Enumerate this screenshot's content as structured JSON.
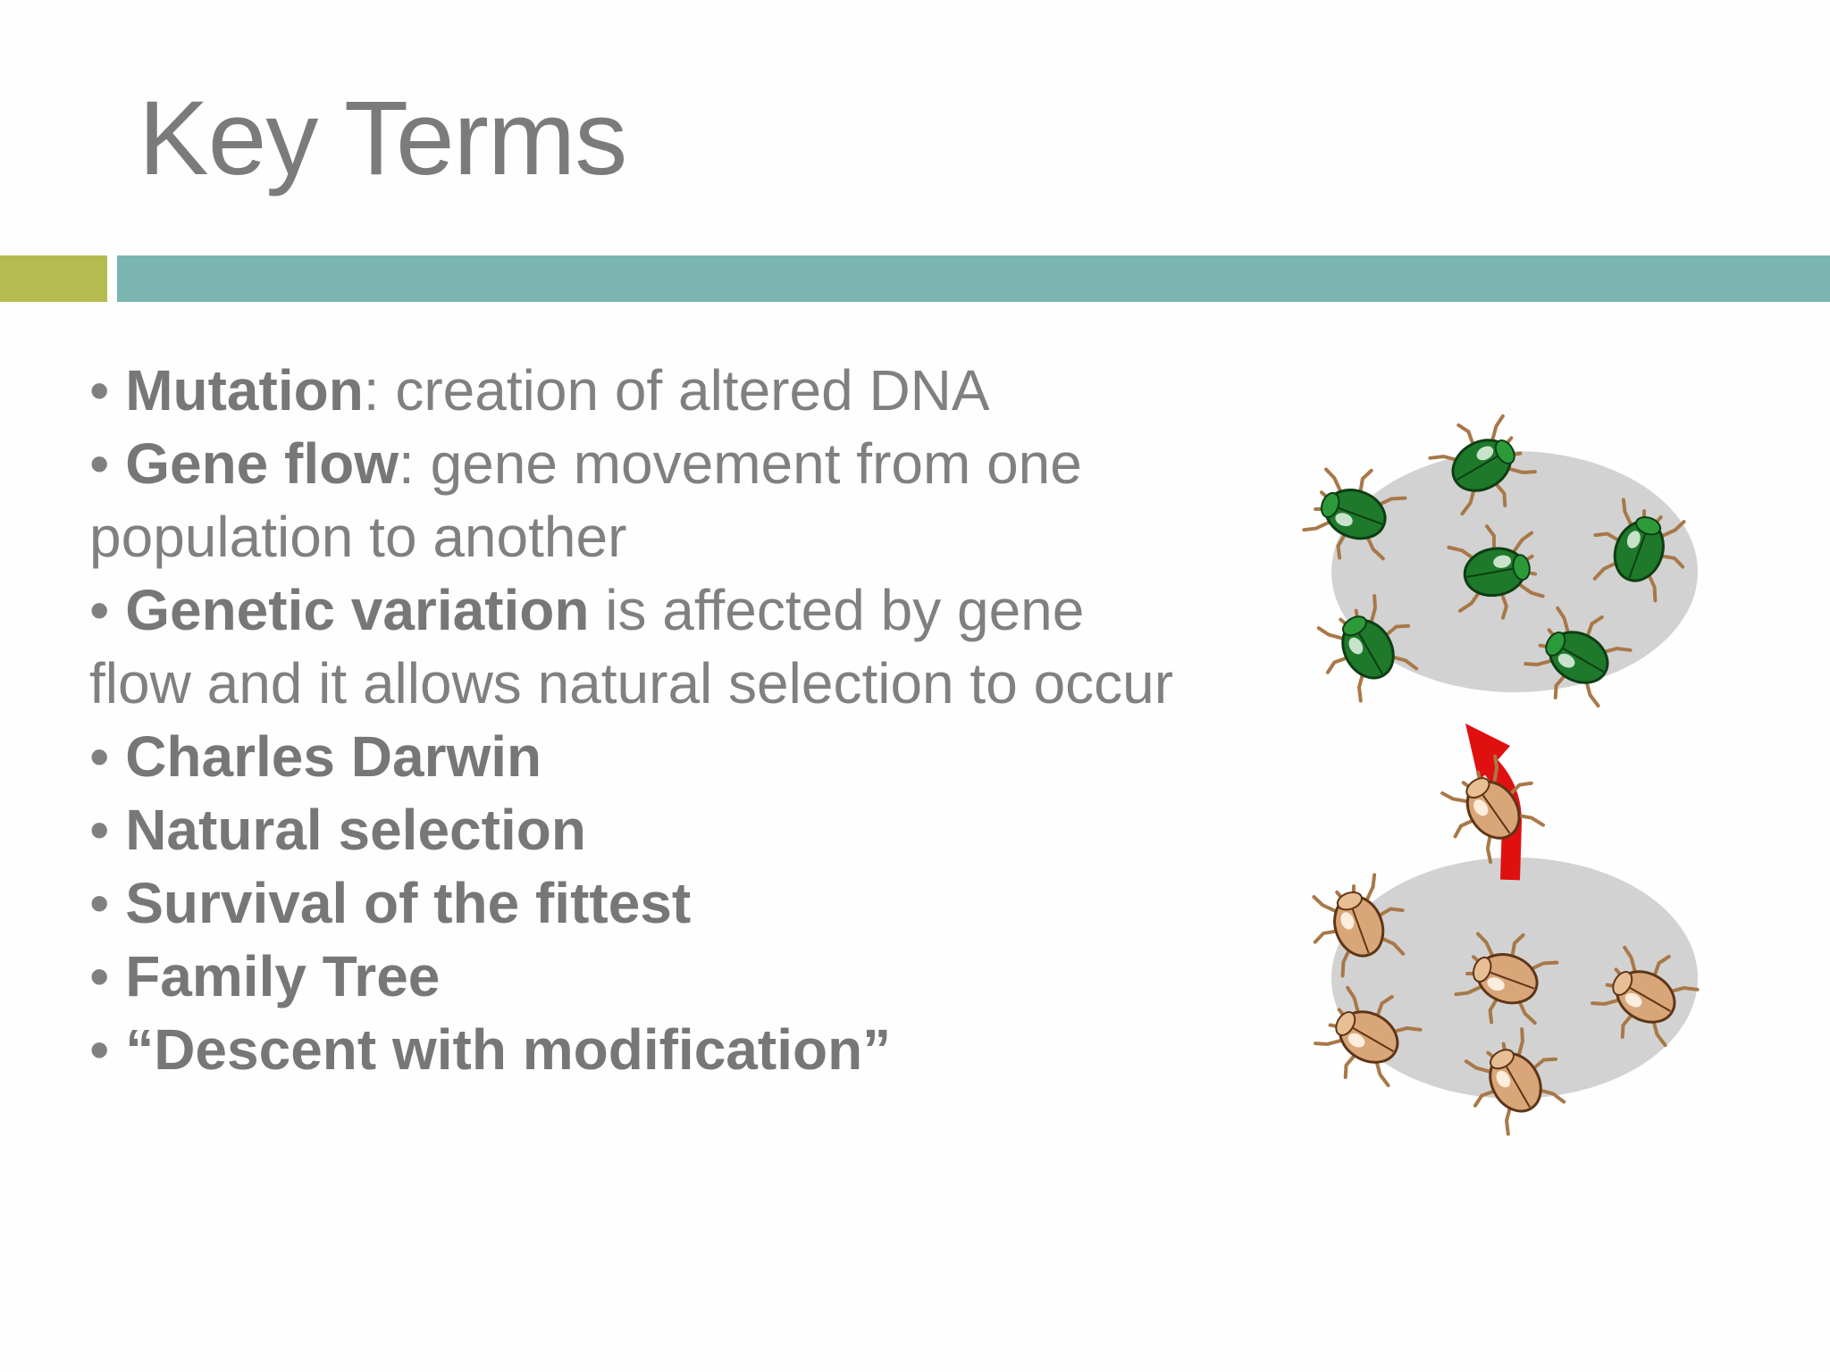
{
  "slide": {
    "title": "Key Terms"
  },
  "colors": {
    "accent_green": "#b6bb4f",
    "accent_teal": "#7bb5b0",
    "text_gray": "#808080"
  },
  "terms": [
    {
      "bullet": "• ",
      "term": "Mutation",
      "rest": ": creation of altered DNA"
    },
    {
      "bullet": "• ",
      "term": "Gene flow",
      "rest": ": gene movement from one population to another"
    },
    {
      "bullet": "• ",
      "term": "Genetic variation",
      "rest": " is affected by gene flow and it allows natural selection to occur"
    },
    {
      "bullet": "• ",
      "term": "Charles Darwin",
      "rest": ""
    },
    {
      "bullet": "• ",
      "term": "Natural selection",
      "rest": ""
    },
    {
      "bullet": "• ",
      "term": "Survival of the fittest",
      "rest": ""
    },
    {
      "bullet": "• ",
      "term": "Family Tree",
      "rest": ""
    },
    {
      "bullet": "• ",
      "term": "“Descent with modification”",
      "rest": ""
    }
  ],
  "illustration": {
    "icon": "gene-flow-beetles-icon",
    "top_population_color": "#1e7a2a",
    "bottom_population_color": "#d9a679",
    "arrow_color": "#e01010"
  }
}
